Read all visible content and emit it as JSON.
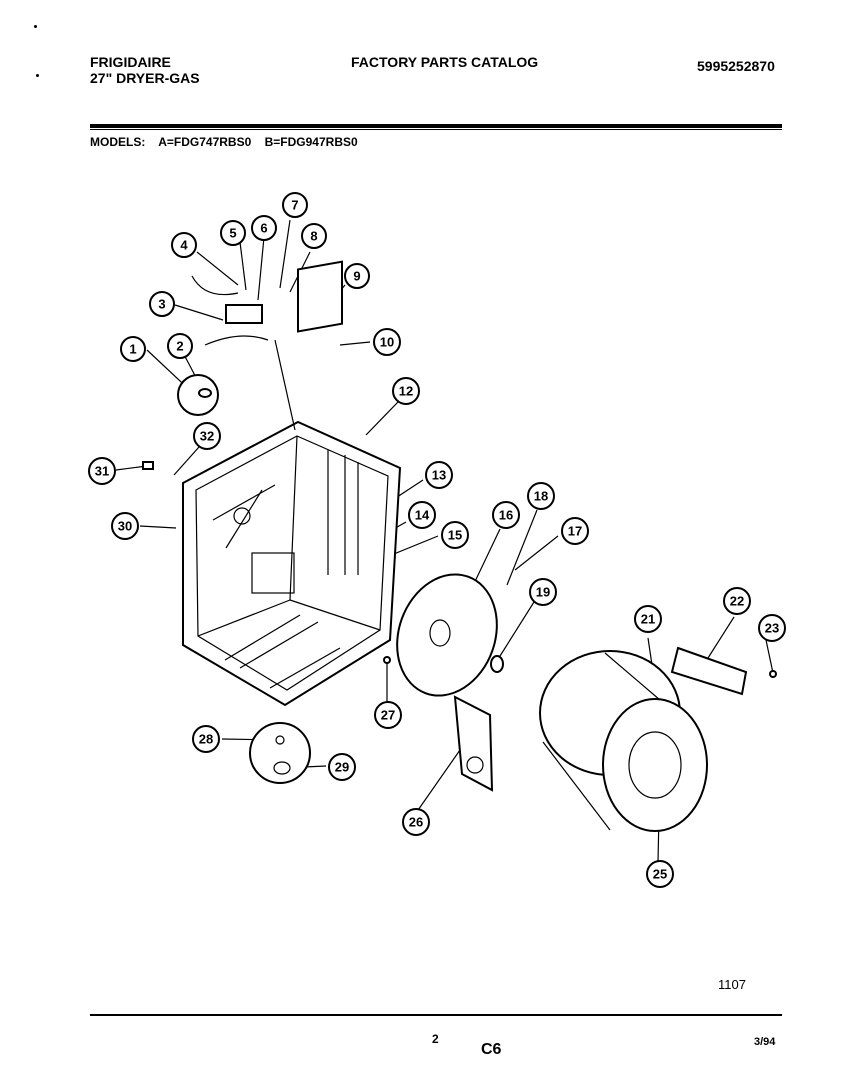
{
  "header": {
    "brand": "FRIGIDAIRE",
    "product": "27\" DRYER-GAS",
    "catalog_title": "FACTORY PARTS CATALOG",
    "catalog_number": "5995252870"
  },
  "models": {
    "label": "MODELS:",
    "a": "A=FDG747RBS0",
    "b": "B=FDG947RBS0"
  },
  "callouts": [
    "1",
    "2",
    "3",
    "4",
    "5",
    "6",
    "7",
    "8",
    "9",
    "10",
    "12",
    "13",
    "14",
    "15",
    "16",
    "17",
    "18",
    "19",
    "21",
    "22",
    "23",
    "25",
    "26",
    "27",
    "28",
    "29",
    "30",
    "31",
    "32"
  ],
  "footer": {
    "figure_code": "1107",
    "page": "2",
    "section": "C6",
    "date": "3/94"
  }
}
